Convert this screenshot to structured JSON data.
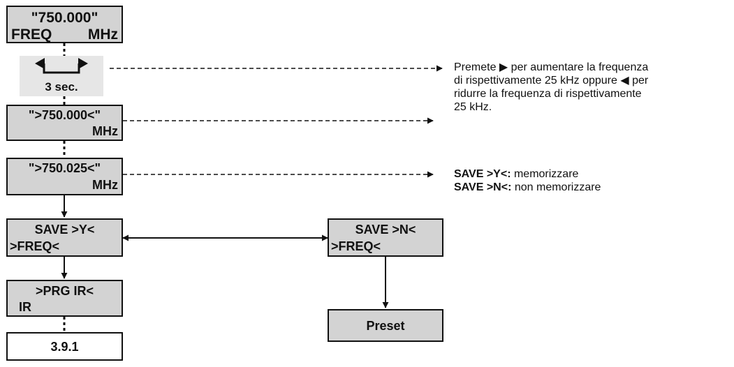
{
  "boxes": {
    "freq_display": {
      "line1": "\"750.000\"",
      "line2_left": "FREQ",
      "line2_right": "MHz"
    },
    "hold_button": {
      "label": "3 sec."
    },
    "edit_display_1": {
      "line1": "\">750.000<\"",
      "line2": "MHz"
    },
    "edit_display_2": {
      "line1": "\">750.025<\"",
      "line2": "MHz"
    },
    "save_yes": {
      "line1": "SAVE >Y<",
      "line2": ">FREQ<"
    },
    "save_no": {
      "line1": "SAVE >N<",
      "line2": ">FREQ<"
    },
    "prg_ir": {
      "line1": ">PRG IR<",
      "line2": "IR"
    },
    "ref_section": {
      "label": "3.9.1"
    },
    "preset": {
      "label": "Preset"
    }
  },
  "notes": {
    "frequency": {
      "line1": "Premete ▶ per aumentare la frequenza",
      "line2": "di rispettivamente 25 kHz oppure ◀ per",
      "line3": "ridurre la frequenza di rispettivamente",
      "line4": "25 kHz."
    },
    "save": {
      "yes_key": "SAVE >Y<:",
      "yes_text": " memorizzare",
      "no_key": "SAVE >N<:",
      "no_text": " non memorizzare"
    }
  },
  "colors": {
    "box_fill": "#d3d3d3",
    "button_fill": "#e6e6e6",
    "line": "#111111"
  }
}
